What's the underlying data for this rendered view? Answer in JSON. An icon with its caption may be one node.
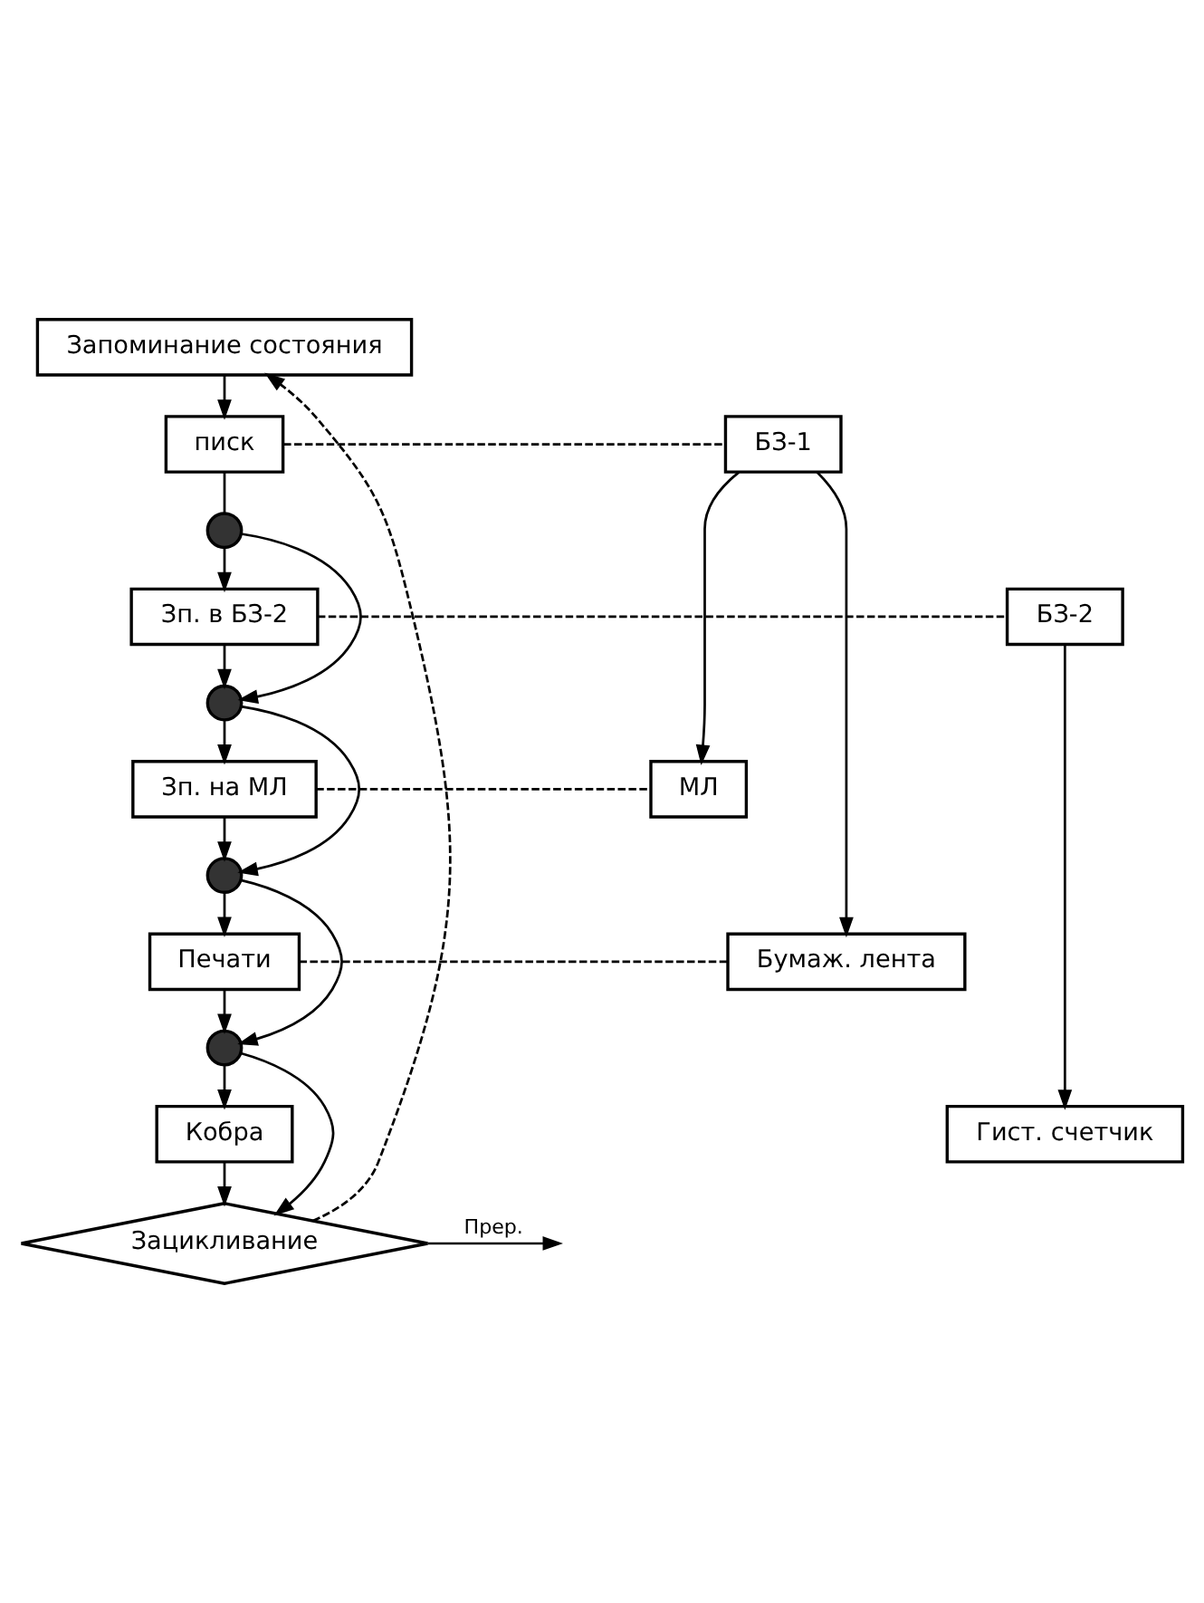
{
  "diagram": {
    "nodes": [
      {
        "text": [
          "Запоминание состояния"
        ]
      },
      {
        "text": [
          "писк"
        ]
      },
      {
        "text": [],
        "shape": "circle"
      },
      {
        "text": [
          "Зп. в БЗ-2"
        ]
      },
      {
        "text": [],
        "shape": "circle"
      },
      {
        "text": [
          "Зп. на МЛ"
        ]
      },
      {
        "text": [],
        "shape": "circle"
      },
      {
        "text": [
          "Печати"
        ]
      },
      {
        "text": [],
        "shape": "circle"
      },
      {
        "text": [
          "Кобра"
        ]
      },
      {
        "text": [
          "Зацикливание"
        ]
      },
      {
        "text": [
          "БЗ-1"
        ]
      },
      {
        "text": [
          "БЗ-2"
        ]
      },
      {
        "text": [
          "МЛ"
        ]
      },
      {
        "text": [
          "Бумаж. лента"
        ]
      },
      {
        "text": [
          "Гист. счетчик"
        ]
      }
    ],
    "edges": [
      {
        "from": 0,
        "to": 1,
        "arrow": "to"
      },
      {
        "from": 1,
        "to": 2,
        "arrow": "none"
      },
      {
        "from": 2,
        "to": 3,
        "arrow": "to"
      },
      {
        "from": 2,
        "to": 4,
        "arrow": "to"
      },
      {
        "from": 3,
        "to": 4,
        "arrow": "to"
      },
      {
        "from": 4,
        "to": 5,
        "arrow": "to"
      },
      {
        "from": 4,
        "to": 6,
        "arrow": "to"
      },
      {
        "from": 5,
        "to": 6,
        "arrow": "to"
      },
      {
        "from": 6,
        "to": 7,
        "arrow": "to"
      },
      {
        "from": 6,
        "to": 8,
        "arrow": "to"
      },
      {
        "from": 7,
        "to": 8,
        "arrow": "to"
      },
      {
        "from": 8,
        "to": 9,
        "arrow": "to"
      },
      {
        "from": 8,
        "to": 10,
        "arrow": "to"
      },
      {
        "from": 9,
        "to": 10,
        "arrow": "to"
      },
      {
        "from": 10,
        "to": null,
        "arrow": "to",
        "label": "Прер."
      },
      {
        "from": 10,
        "to": 0,
        "arrow": "to",
        "style": "dashed"
      },
      {
        "from": 1,
        "to": 11,
        "arrow": "none",
        "style": "dashed"
      },
      {
        "from": 3,
        "to": 12,
        "arrow": "none",
        "style": "dashed"
      },
      {
        "from": 5,
        "to": 13,
        "arrow": "none",
        "style": "dashed"
      },
      {
        "from": 7,
        "to": 14,
        "arrow": "none",
        "style": "dashed"
      },
      {
        "from": 11,
        "to": 13,
        "arrow": "to"
      },
      {
        "from": 11,
        "to": 14,
        "arrow": "to"
      },
      {
        "from": 12,
        "to": 15,
        "arrow": "to"
      }
    ]
  }
}
